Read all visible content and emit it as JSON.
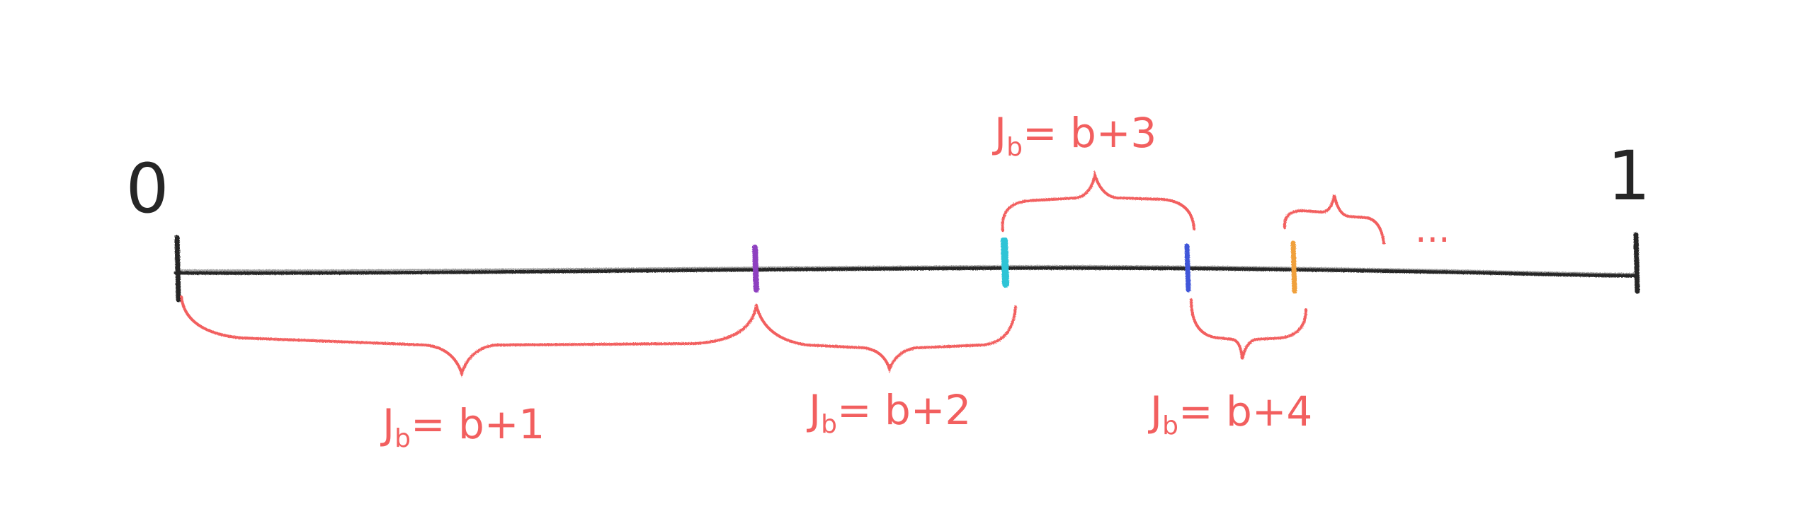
{
  "endpoints": {
    "left": "0",
    "right": "1"
  },
  "ellipsis": "...",
  "intervals": [
    {
      "J": "J",
      "sub": "b",
      "rhs": "= b+1",
      "color": "#f25f5f"
    },
    {
      "J": "J",
      "sub": "b",
      "rhs": "= b+2",
      "color": "#f25f5f"
    },
    {
      "J": "J",
      "sub": "b",
      "rhs": "= b+3",
      "color": "#f25f5f"
    },
    {
      "J": "J",
      "sub": "b",
      "rhs": "= b+4",
      "color": "#f25f5f"
    }
  ],
  "ticks": [
    {
      "name": "tick-purple",
      "color": "#8e3fc0"
    },
    {
      "name": "tick-cyan",
      "color": "#2ec4d6"
    },
    {
      "name": "tick-blue",
      "color": "#3f56d9"
    },
    {
      "name": "tick-orange",
      "color": "#f0a03a"
    }
  ],
  "colors": {
    "axis": "#262626",
    "brace": "#f25f5f"
  }
}
